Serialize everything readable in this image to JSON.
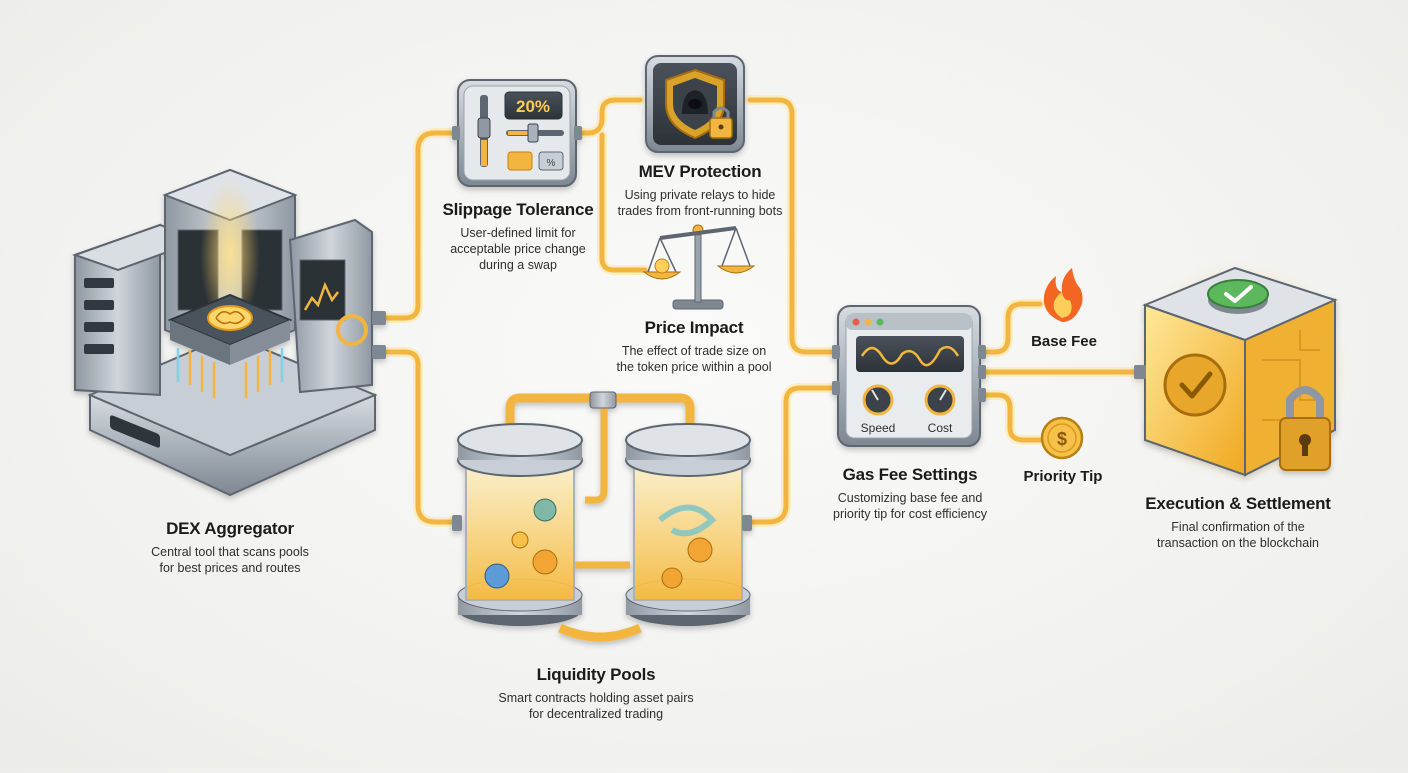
{
  "nodes": {
    "dex_aggregator": {
      "title": "DEX Aggregator",
      "desc_line1": "Central tool that scans pools",
      "desc_line2": "for best prices and routes"
    },
    "slippage": {
      "title": "Slippage Tolerance",
      "desc_line1": "User-defined limit for",
      "desc_line2": "acceptable price change",
      "desc_line3": "during a swap",
      "display_value": "20%",
      "percent_symbol": "%"
    },
    "mev": {
      "title": "MEV Protection",
      "desc_line1": "Using private relays to hide",
      "desc_line2": "trades from front-running bots"
    },
    "price_impact": {
      "title": "Price Impact",
      "desc_line1": "The effect of trade size on",
      "desc_line2": "the token price within a pool"
    },
    "liquidity": {
      "title": "Liquidity Pools",
      "desc_line1": "Smart contracts holding asset pairs",
      "desc_line2": "for decentralized trading"
    },
    "gas": {
      "title": "Gas Fee Settings",
      "desc_line1": "Customizing base fee and",
      "desc_line2": "priority tip for cost efficiency",
      "knob_speed": "Speed",
      "knob_cost": "Cost"
    },
    "base_fee": {
      "title": "Base Fee"
    },
    "priority_tip": {
      "title": "Priority Tip",
      "coin_symbol": "$"
    },
    "execution": {
      "title": "Execution & Settlement",
      "desc_line1": "Final confirmation of the",
      "desc_line2": "transaction on the blockchain"
    }
  },
  "icons": {
    "dex_aggregator": "server-brain-icon",
    "slippage": "slider-panel-icon",
    "mev": "hooded-shield-lock-icon",
    "price_impact": "balance-scale-icon",
    "liquidity": "twin-tank-icon",
    "gas": "gauge-window-icon",
    "base_fee": "flame-icon",
    "priority_tip": "dollar-coin-icon",
    "execution": "locked-cube-check-icon"
  },
  "colors": {
    "pipe": "#f2b640",
    "pipe_glow": "#ffd97a",
    "metal": "#9aa3ad",
    "metal_dark": "#5d6670",
    "check_green": "#5cb85c",
    "flame": "#f26522"
  }
}
